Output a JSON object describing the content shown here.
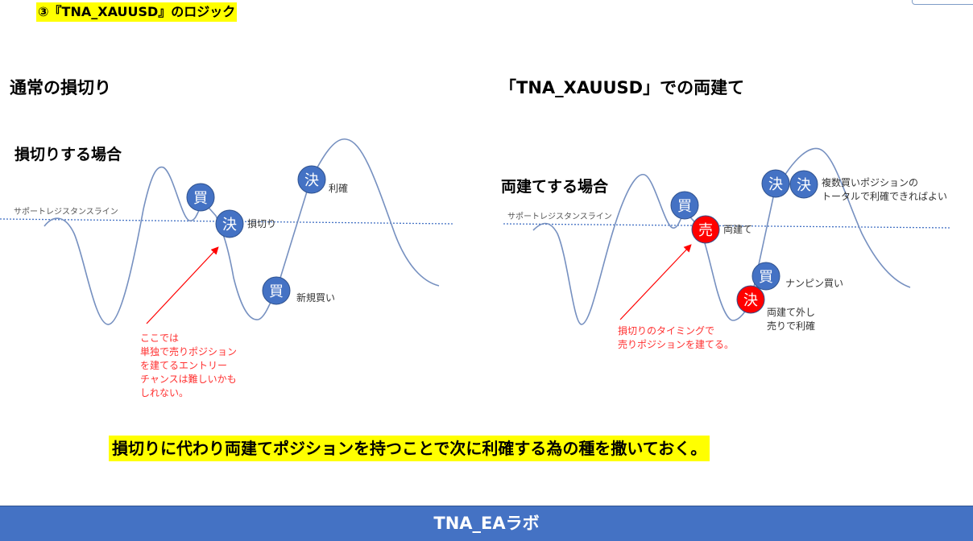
{
  "top_title": "③『TNA_XAUUSD』のロジック",
  "left": {
    "heading": "通常の損切り",
    "subheading": "損切りする場合",
    "support_label": "サポートレジスタンスライン",
    "markers": [
      {
        "glyph": "買",
        "note": ""
      },
      {
        "glyph": "決",
        "note": "損切り"
      },
      {
        "glyph": "買",
        "note": "新規買い"
      },
      {
        "glyph": "決",
        "note": "利確"
      }
    ],
    "annotation": [
      "ここでは",
      "単独で売りポジション",
      "を建てるエントリー",
      "チャンスは難しいかも",
      "しれない。"
    ]
  },
  "right": {
    "heading": "「TNA_XAUUSD」での両建て",
    "subheading": "両建てする場合",
    "support_label": "サポートレジスタンスライン",
    "markers": [
      {
        "glyph": "買",
        "note": ""
      },
      {
        "glyph": "売",
        "note": "両建て"
      },
      {
        "glyph": "決",
        "note": [
          "両建て外し",
          "売りで利確"
        ]
      },
      {
        "glyph": "買",
        "note": "ナンピン買い"
      },
      {
        "glyph": "決",
        "note": ""
      },
      {
        "glyph": "決",
        "note": [
          "複数買いポジションの",
          "トータルで利確できればよい"
        ]
      }
    ],
    "annotation": [
      "損切りのタイミングで",
      "売りポジションを建てる。"
    ]
  },
  "banner": "損切りに代わり両建てポジションを持つことで次に利確する為の種を撒いておく。",
  "footer": "TNA_EAラボ",
  "colors": {
    "blue": "#4472c4",
    "red": "#ff0000",
    "line": "#7690c0",
    "highlight": "#ffff00"
  }
}
